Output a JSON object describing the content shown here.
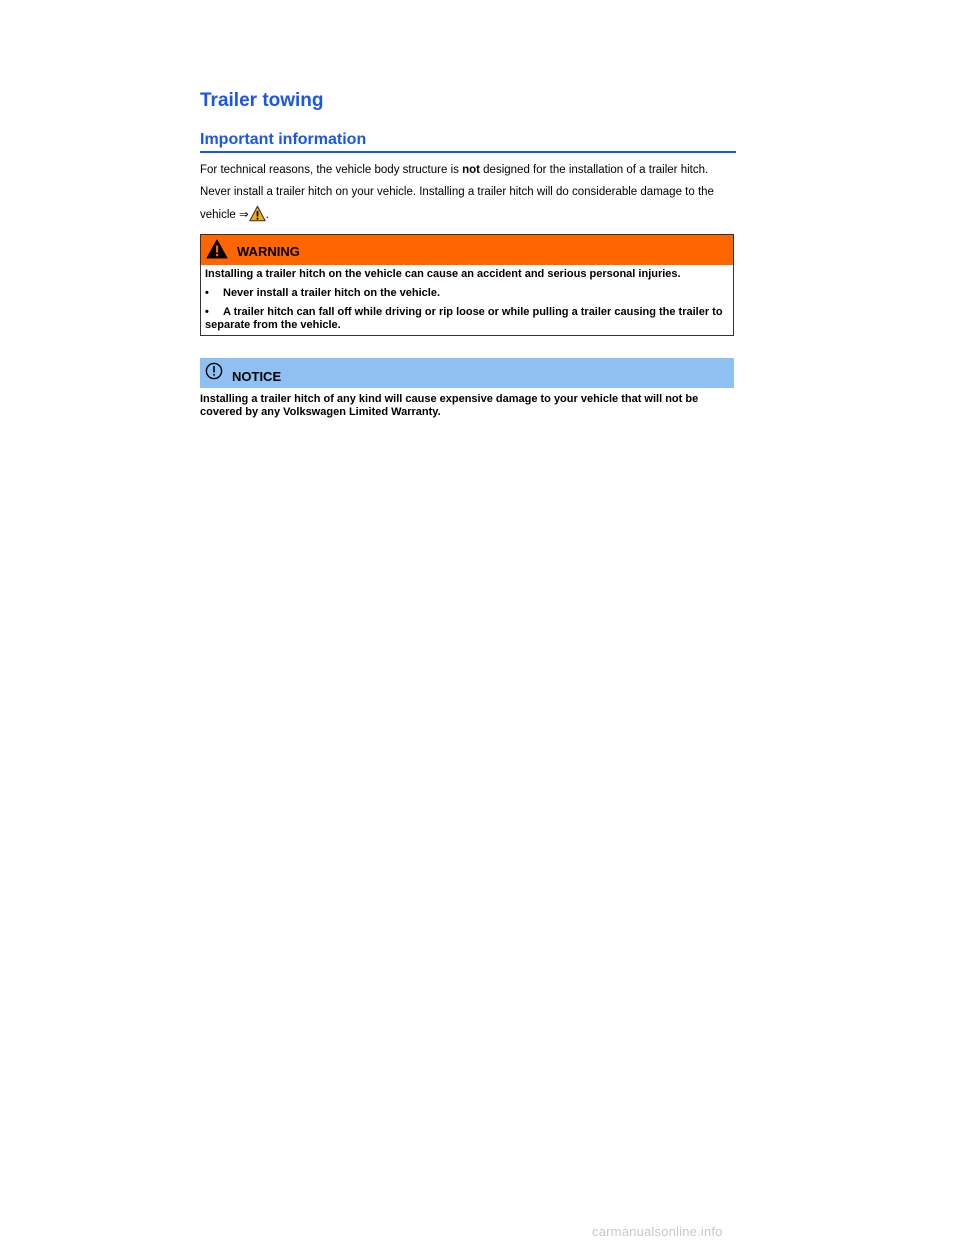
{
  "doc": {
    "title": "Trailer towing",
    "section_title": "Important information",
    "para1": {
      "before": "For technical reasons, the vehicle body structure is ",
      "emphasis": "not",
      "after": " designed for the installation of a trailer hitch."
    },
    "para2": {
      "text": "Never install a trailer hitch on your vehicle. Installing a trailer hitch will do considerable damage to the vehicle ⇒",
      "end": "."
    }
  },
  "warning": {
    "label": "WARNING",
    "intro": "Installing a trailer hitch on the vehicle can cause an accident and serious personal injuries.",
    "bullet_char": "•",
    "items": [
      "Never install a trailer hitch on the vehicle.",
      "A trailer hitch can fall off while driving or rip loose or while pulling a trailer causing the trailer to separate from the vehicle."
    ],
    "colors": {
      "header": "#ff6600",
      "border": "#333333"
    }
  },
  "notice": {
    "label": "NOTICE",
    "text": "Installing a trailer hitch of any kind will cause expensive damage to your vehicle that will not be covered by any Volkswagen Limited Warranty.",
    "colors": {
      "header": "#8ec0f2"
    }
  },
  "icons": {
    "inline_warning": "warning-triangle-icon",
    "warning_header": "warning-triangle-icon",
    "notice_header": "notice-exclamation-circle-icon"
  },
  "footer": {
    "watermark": "carmanualsonline.info"
  },
  "theme": {
    "heading_color": "#1a56e8"
  }
}
